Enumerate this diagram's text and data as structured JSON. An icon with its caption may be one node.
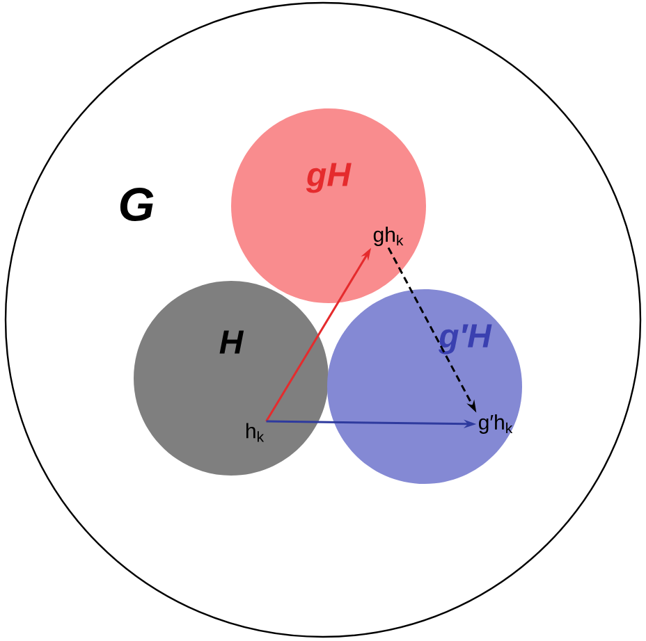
{
  "diagram": {
    "nodes": [
      {
        "text": [
          "G"
        ]
      },
      {
        "text": [
          "gH"
        ],
        "in": 0
      },
      {
        "text": [
          "H"
        ],
        "in": 0
      },
      {
        "text": [
          "g′H"
        ],
        "in": 0
      },
      {
        "text": [
          "gh$_{k}$"
        ],
        "in": 1
      },
      {
        "text": [
          "h$_{k}$"
        ],
        "in": 2
      },
      {
        "text": [
          "g′h$_{k}$"
        ],
        "in": 3
      }
    ],
    "edges": [
      {
        "from": 5,
        "to": 4,
        "arrow": "to",
        "color": "#e52b2d"
      },
      {
        "from": 5,
        "to": 6,
        "arrow": "to",
        "color": "#2e3a9e"
      },
      {
        "from": 4,
        "to": 6,
        "arrow": "to",
        "style": "dashed",
        "color": "#000000"
      }
    ]
  }
}
